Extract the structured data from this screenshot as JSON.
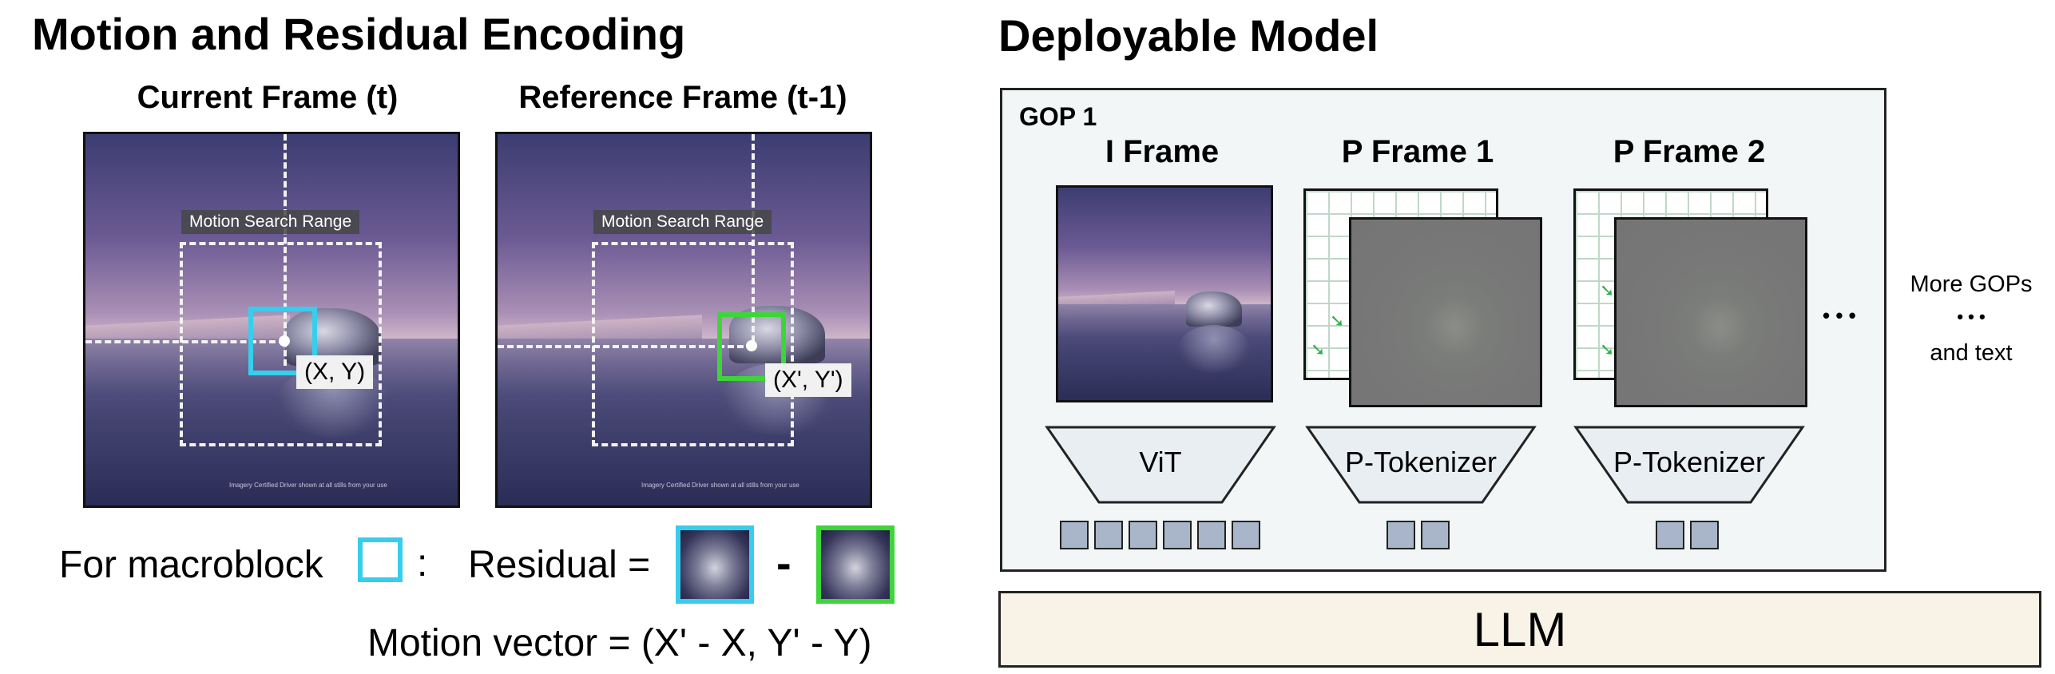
{
  "left": {
    "title": "Motion and Residual Encoding",
    "current_frame": {
      "heading": "Current Frame (t)",
      "range_label": "Motion Search Range",
      "coord_label": "(X, Y)",
      "caption": "Imagery Certified Driver shown at all stills from your use"
    },
    "reference_frame": {
      "heading": "Reference Frame (t-1)",
      "range_label": "Motion Search Range",
      "coord_label": "(X', Y')",
      "caption": "Imagery Certified Driver shown at all stills from your use"
    },
    "equations": {
      "for_macroblock": "For macroblock",
      "colon": ":",
      "residual": "Residual =",
      "minus": "-",
      "motion_vector": "Motion vector = (X' - X, Y' - Y)"
    },
    "colors": {
      "current_block": "#38cdec",
      "reference_block": "#3fd43a"
    }
  },
  "right": {
    "title": "Deployable Model",
    "gop_label": "GOP 1",
    "frames": [
      {
        "heading": "I Frame",
        "encoder": "ViT",
        "token_count": 6
      },
      {
        "heading": "P Frame 1",
        "encoder": "P-Tokenizer",
        "token_count": 2
      },
      {
        "heading": "P Frame 2",
        "encoder": "P-Tokenizer",
        "token_count": 2
      }
    ],
    "ellipsis": "• • •",
    "more_gops": "More GOPs",
    "more_dots": "• • •",
    "and_text": "and text",
    "llm_label": "LLM",
    "colors": {
      "gop_bg": "#f2f6f6",
      "llm_bg": "#f9f2e6",
      "token": "#a9b5c8"
    }
  }
}
